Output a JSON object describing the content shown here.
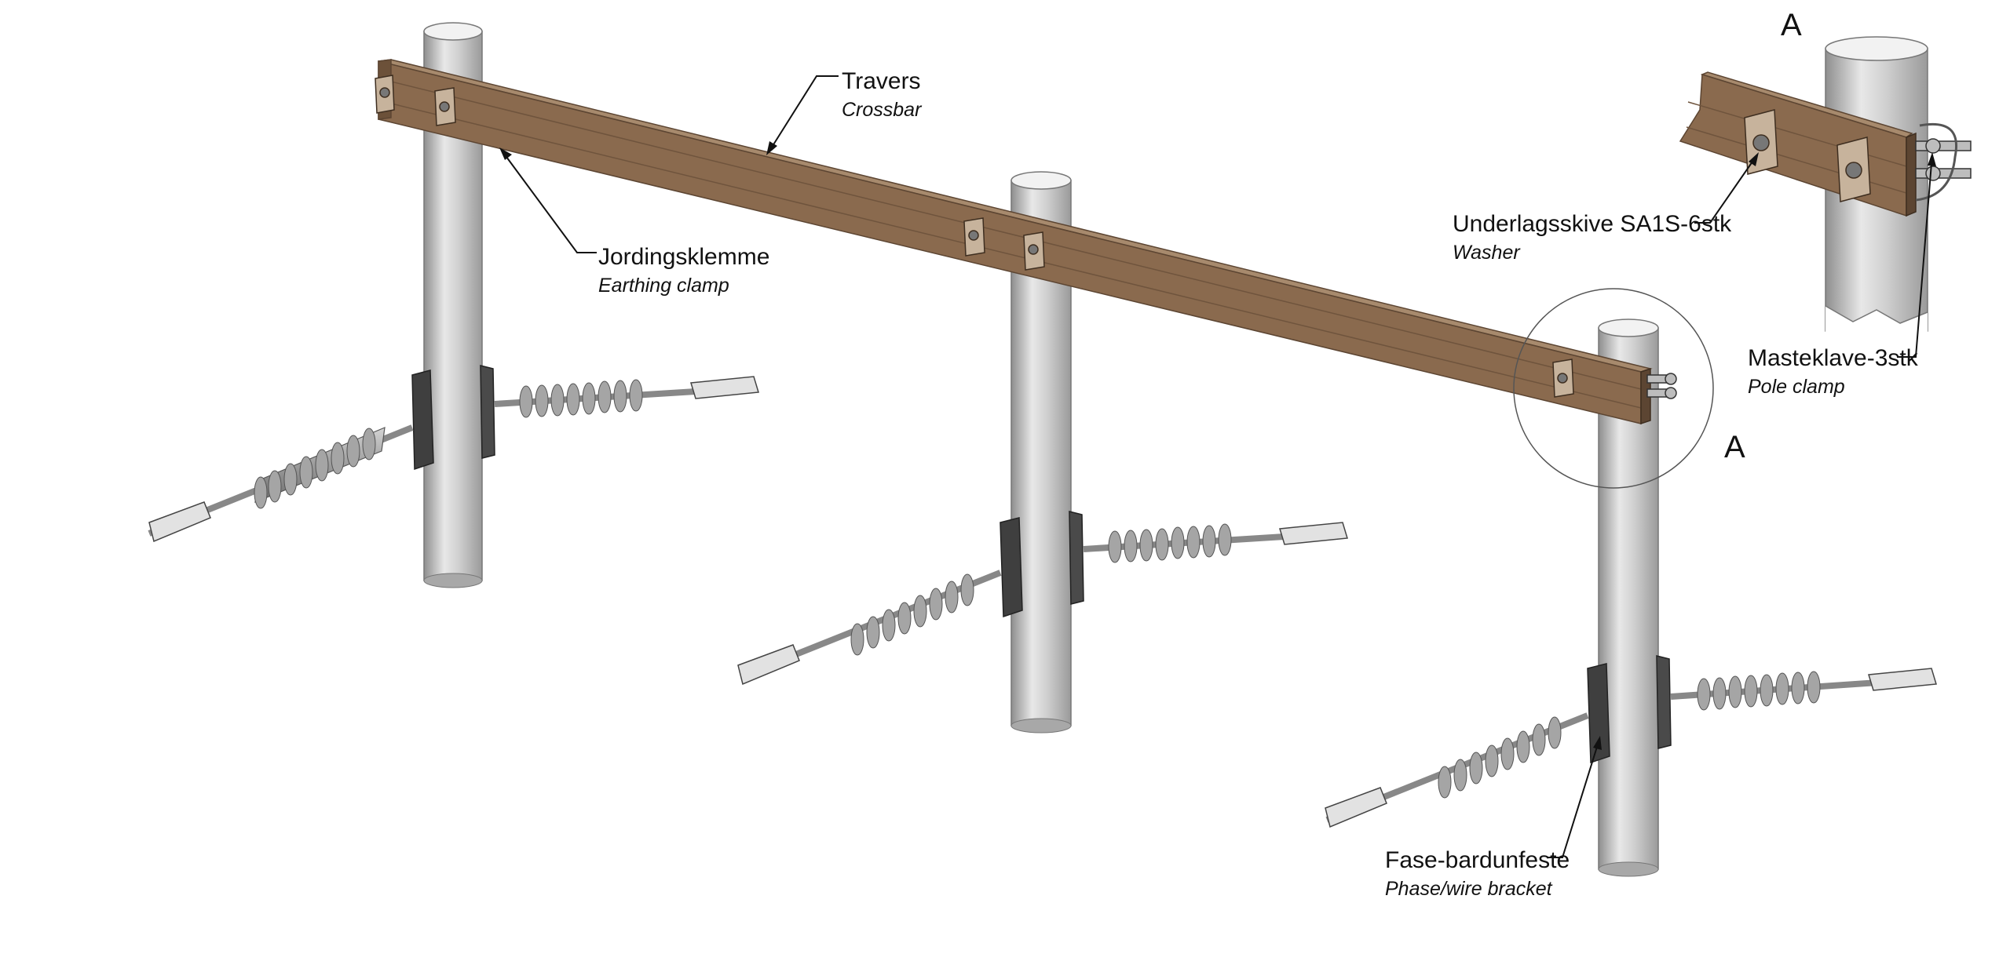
{
  "colors": {
    "pole_light": "#e6e6e6",
    "pole_mid": "#c9c9c9",
    "pole_dark": "#8e8e8e",
    "crossbar": "#8a6a4e",
    "crossbar_top": "#a78a6d",
    "crossbar_dark": "#5c4532",
    "insulator": "#9a9a9a",
    "bracket": "#3f3f3f",
    "line": "#111111"
  },
  "labels": {
    "crossbar": {
      "main": "Travers",
      "sub": "Crossbar"
    },
    "earthing_clamp": {
      "main": "Jordingsklemme",
      "sub": "Earthing clamp"
    },
    "washer": {
      "main": "Underlagsskive SA1S-6stk",
      "sub": "Washer"
    },
    "pole_clamp": {
      "main": "Masteklave-3stk",
      "sub": "Pole clamp"
    },
    "phase_bracket": {
      "main": "Fase-bardunfeste",
      "sub": "Phase/wire bracket"
    },
    "detail_marker": "A",
    "detail_title": "A"
  }
}
